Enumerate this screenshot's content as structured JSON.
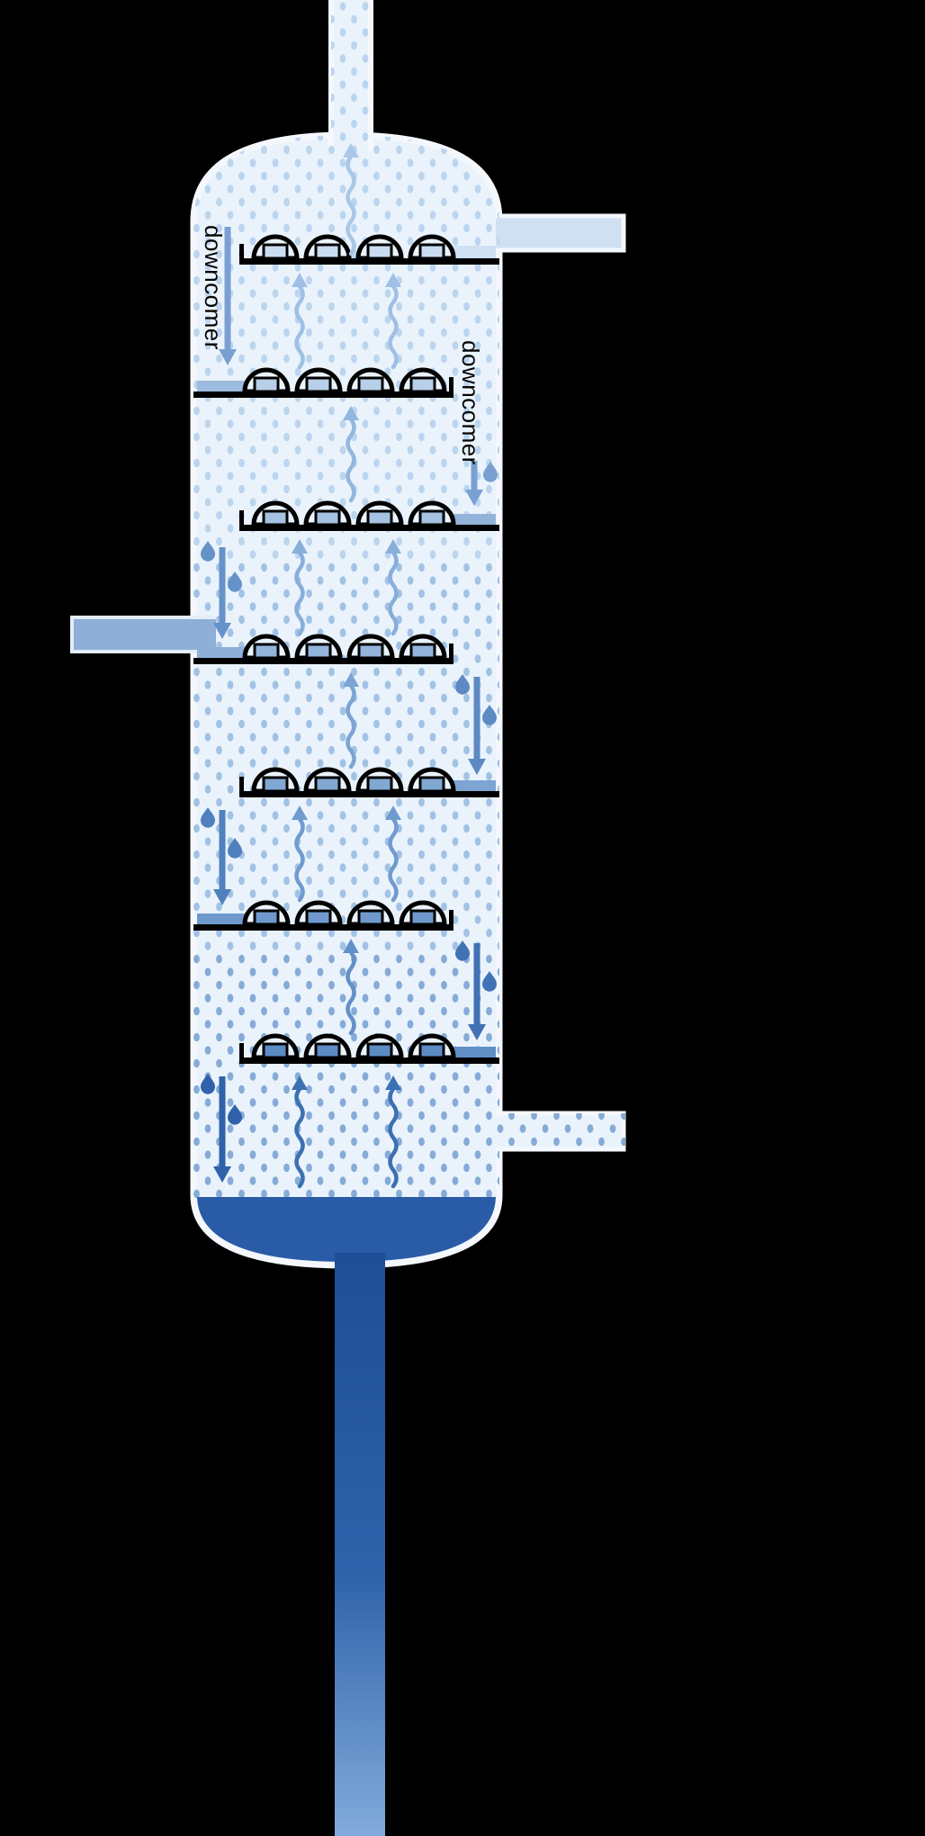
{
  "diagram": {
    "type": "tray-distillation-column-with-bubble-caps",
    "labels": {
      "downcomer_left": "downcomer",
      "downcomer_right": "downcomer"
    },
    "structure": {
      "tray_count": 7,
      "bubble_caps_per_tray": 4,
      "downcomer_sides_top_to_bottom": [
        "left",
        "right",
        "left",
        "right",
        "left",
        "right",
        "left"
      ],
      "pipes": [
        "top-vapor-outlet",
        "reflux-inlet-right",
        "feed-inlet-left",
        "vapor-return-right",
        "bottoms-outlet"
      ]
    },
    "icons": {
      "vapor_flow": "wavy-up-arrow",
      "liquid_flow": "straight-down-arrow",
      "droplet": "teardrop"
    },
    "colors": {
      "background": "#000000",
      "column_interior": "#eaf3fb",
      "shell_outline": "#f4f8fd",
      "vapor_dot_light": "#bcd5ef",
      "vapor_dot_mid": "#a2c2e5",
      "vapor_dot_dark": "#86abd8",
      "tray_black": "#000000",
      "reflux_pale_blue": "#cfe0f3",
      "feed_blue": "#8fafd8",
      "bottoms_dark_blue": "#2a5ba6",
      "vapor_arrow_top": "#a9c7e8",
      "vapor_arrow_bottom": "#3c70b2",
      "downcomer_arrow_top": "#7aa0d2",
      "downcomer_arrow_bottom": "#2f62aa"
    }
  }
}
